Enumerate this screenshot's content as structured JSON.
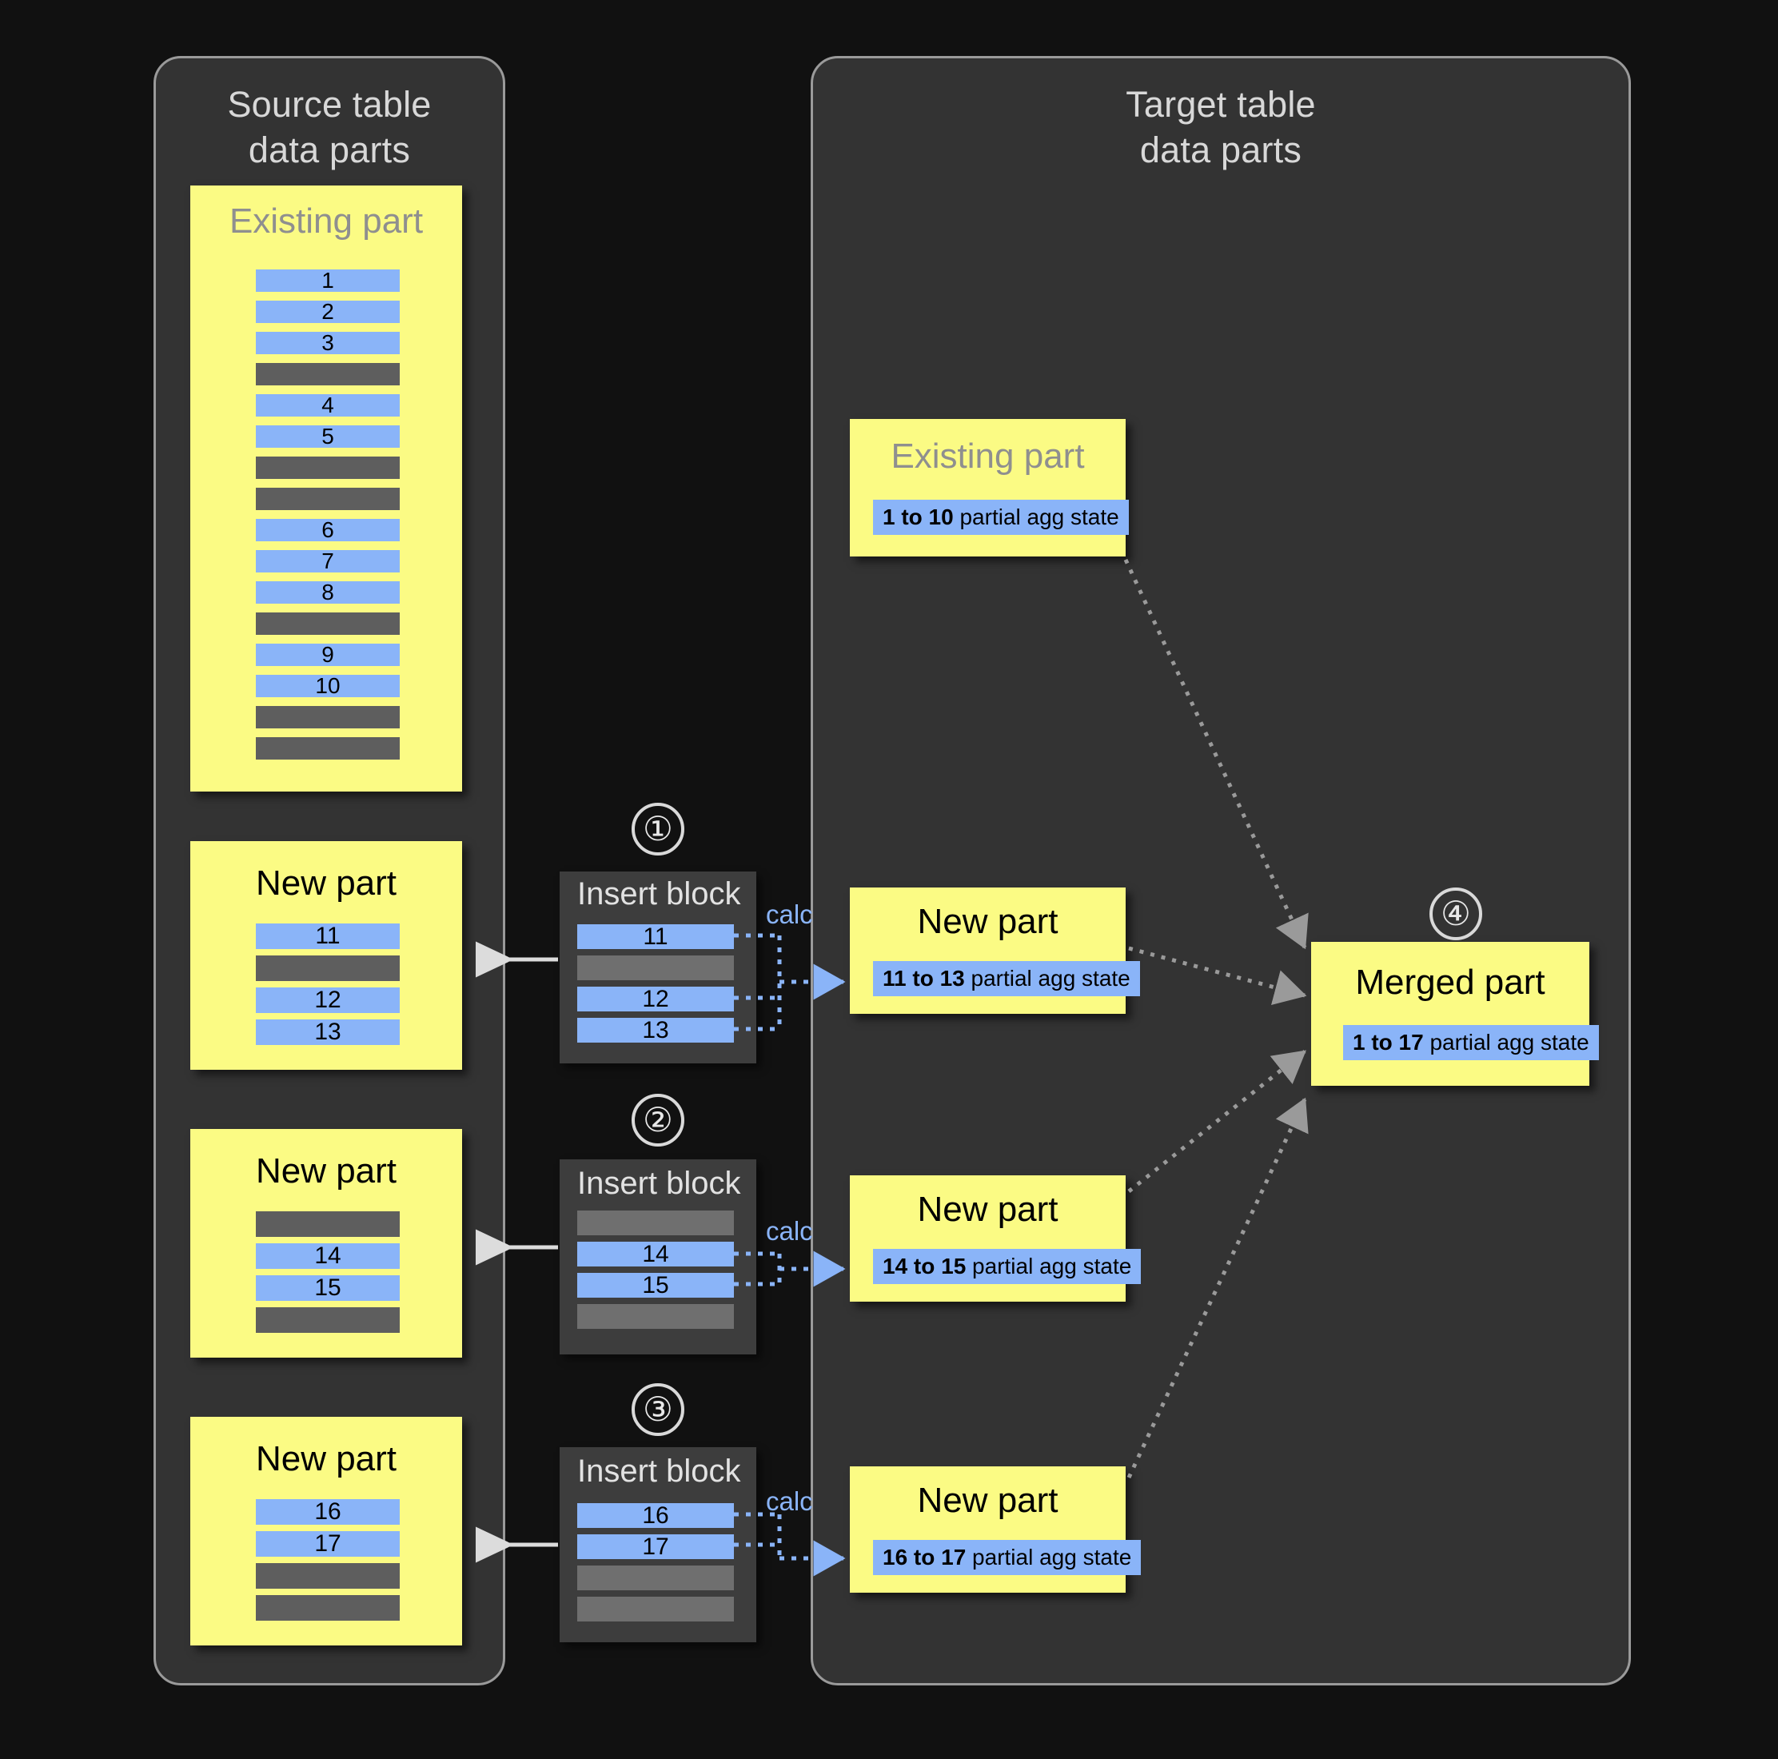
{
  "panels": {
    "source": {
      "title": "Source table\ndata parts"
    },
    "target": {
      "title": "Target table\ndata parts"
    }
  },
  "labels": {
    "existing_part": "Existing part",
    "new_part": "New part",
    "merged_part": "Merged part",
    "insert_block": "Insert block",
    "calc": "calc"
  },
  "steps": [
    "①",
    "②",
    "③",
    "④"
  ],
  "source_parts": [
    {
      "name": "source-existing-part",
      "title": "Existing part",
      "title_style": "muted",
      "rows": [
        "1",
        "2",
        "3",
        "",
        "4",
        "5",
        "",
        "",
        "6",
        "7",
        "8",
        "",
        "9",
        "10",
        "",
        ""
      ]
    },
    {
      "name": "source-new-part-1",
      "title": "New part",
      "title_style": "dark",
      "rows": [
        "11",
        "",
        "12",
        "13"
      ]
    },
    {
      "name": "source-new-part-2",
      "title": "New part",
      "title_style": "dark",
      "rows": [
        "",
        "14",
        "15",
        ""
      ]
    },
    {
      "name": "source-new-part-3",
      "title": "New part",
      "title_style": "dark",
      "rows": [
        "16",
        "17",
        "",
        ""
      ]
    }
  ],
  "insert_blocks": [
    {
      "step": "①",
      "title": "Insert block",
      "calc": "calc",
      "rows": [
        "11",
        "",
        "12",
        "13"
      ]
    },
    {
      "step": "②",
      "title": "Insert block",
      "calc": "calc",
      "rows": [
        "",
        "14",
        "15",
        ""
      ]
    },
    {
      "step": "③",
      "title": "Insert block",
      "calc": "calc",
      "rows": [
        "16",
        "17",
        "",
        ""
      ]
    }
  ],
  "target_parts": [
    {
      "name": "target-existing-part",
      "title": "Existing part",
      "title_style": "muted",
      "agg_range": "1 to 10",
      "agg_suffix": " partial agg state"
    },
    {
      "name": "target-new-part-1",
      "title": "New part",
      "title_style": "dark",
      "agg_range": "11 to 13",
      "agg_suffix": " partial agg state"
    },
    {
      "name": "target-new-part-2",
      "title": "New part",
      "title_style": "dark",
      "agg_range": "14 to 15",
      "agg_suffix": " partial agg state"
    },
    {
      "name": "target-new-part-3",
      "title": "New part",
      "title_style": "dark",
      "agg_range": "16 to 17",
      "agg_suffix": " partial agg state"
    }
  ],
  "merged_part": {
    "name": "merged-part",
    "step": "④",
    "title": "Merged part",
    "agg_range": "1 to 17",
    "agg_suffix": " partial agg state"
  },
  "colors": {
    "background": "#111111",
    "panel_fill": "#333333",
    "panel_border": "#9a9a9a",
    "part_fill": "#fbfb84",
    "row_blue": "#8ab4f8",
    "row_grey": "#5e5e5e",
    "insert_block_fill": "#3d3d3d",
    "accent_blue": "#8ab4f8",
    "connector_grey": "#9a9a9a",
    "arrow_white": "#dcdcdc"
  }
}
